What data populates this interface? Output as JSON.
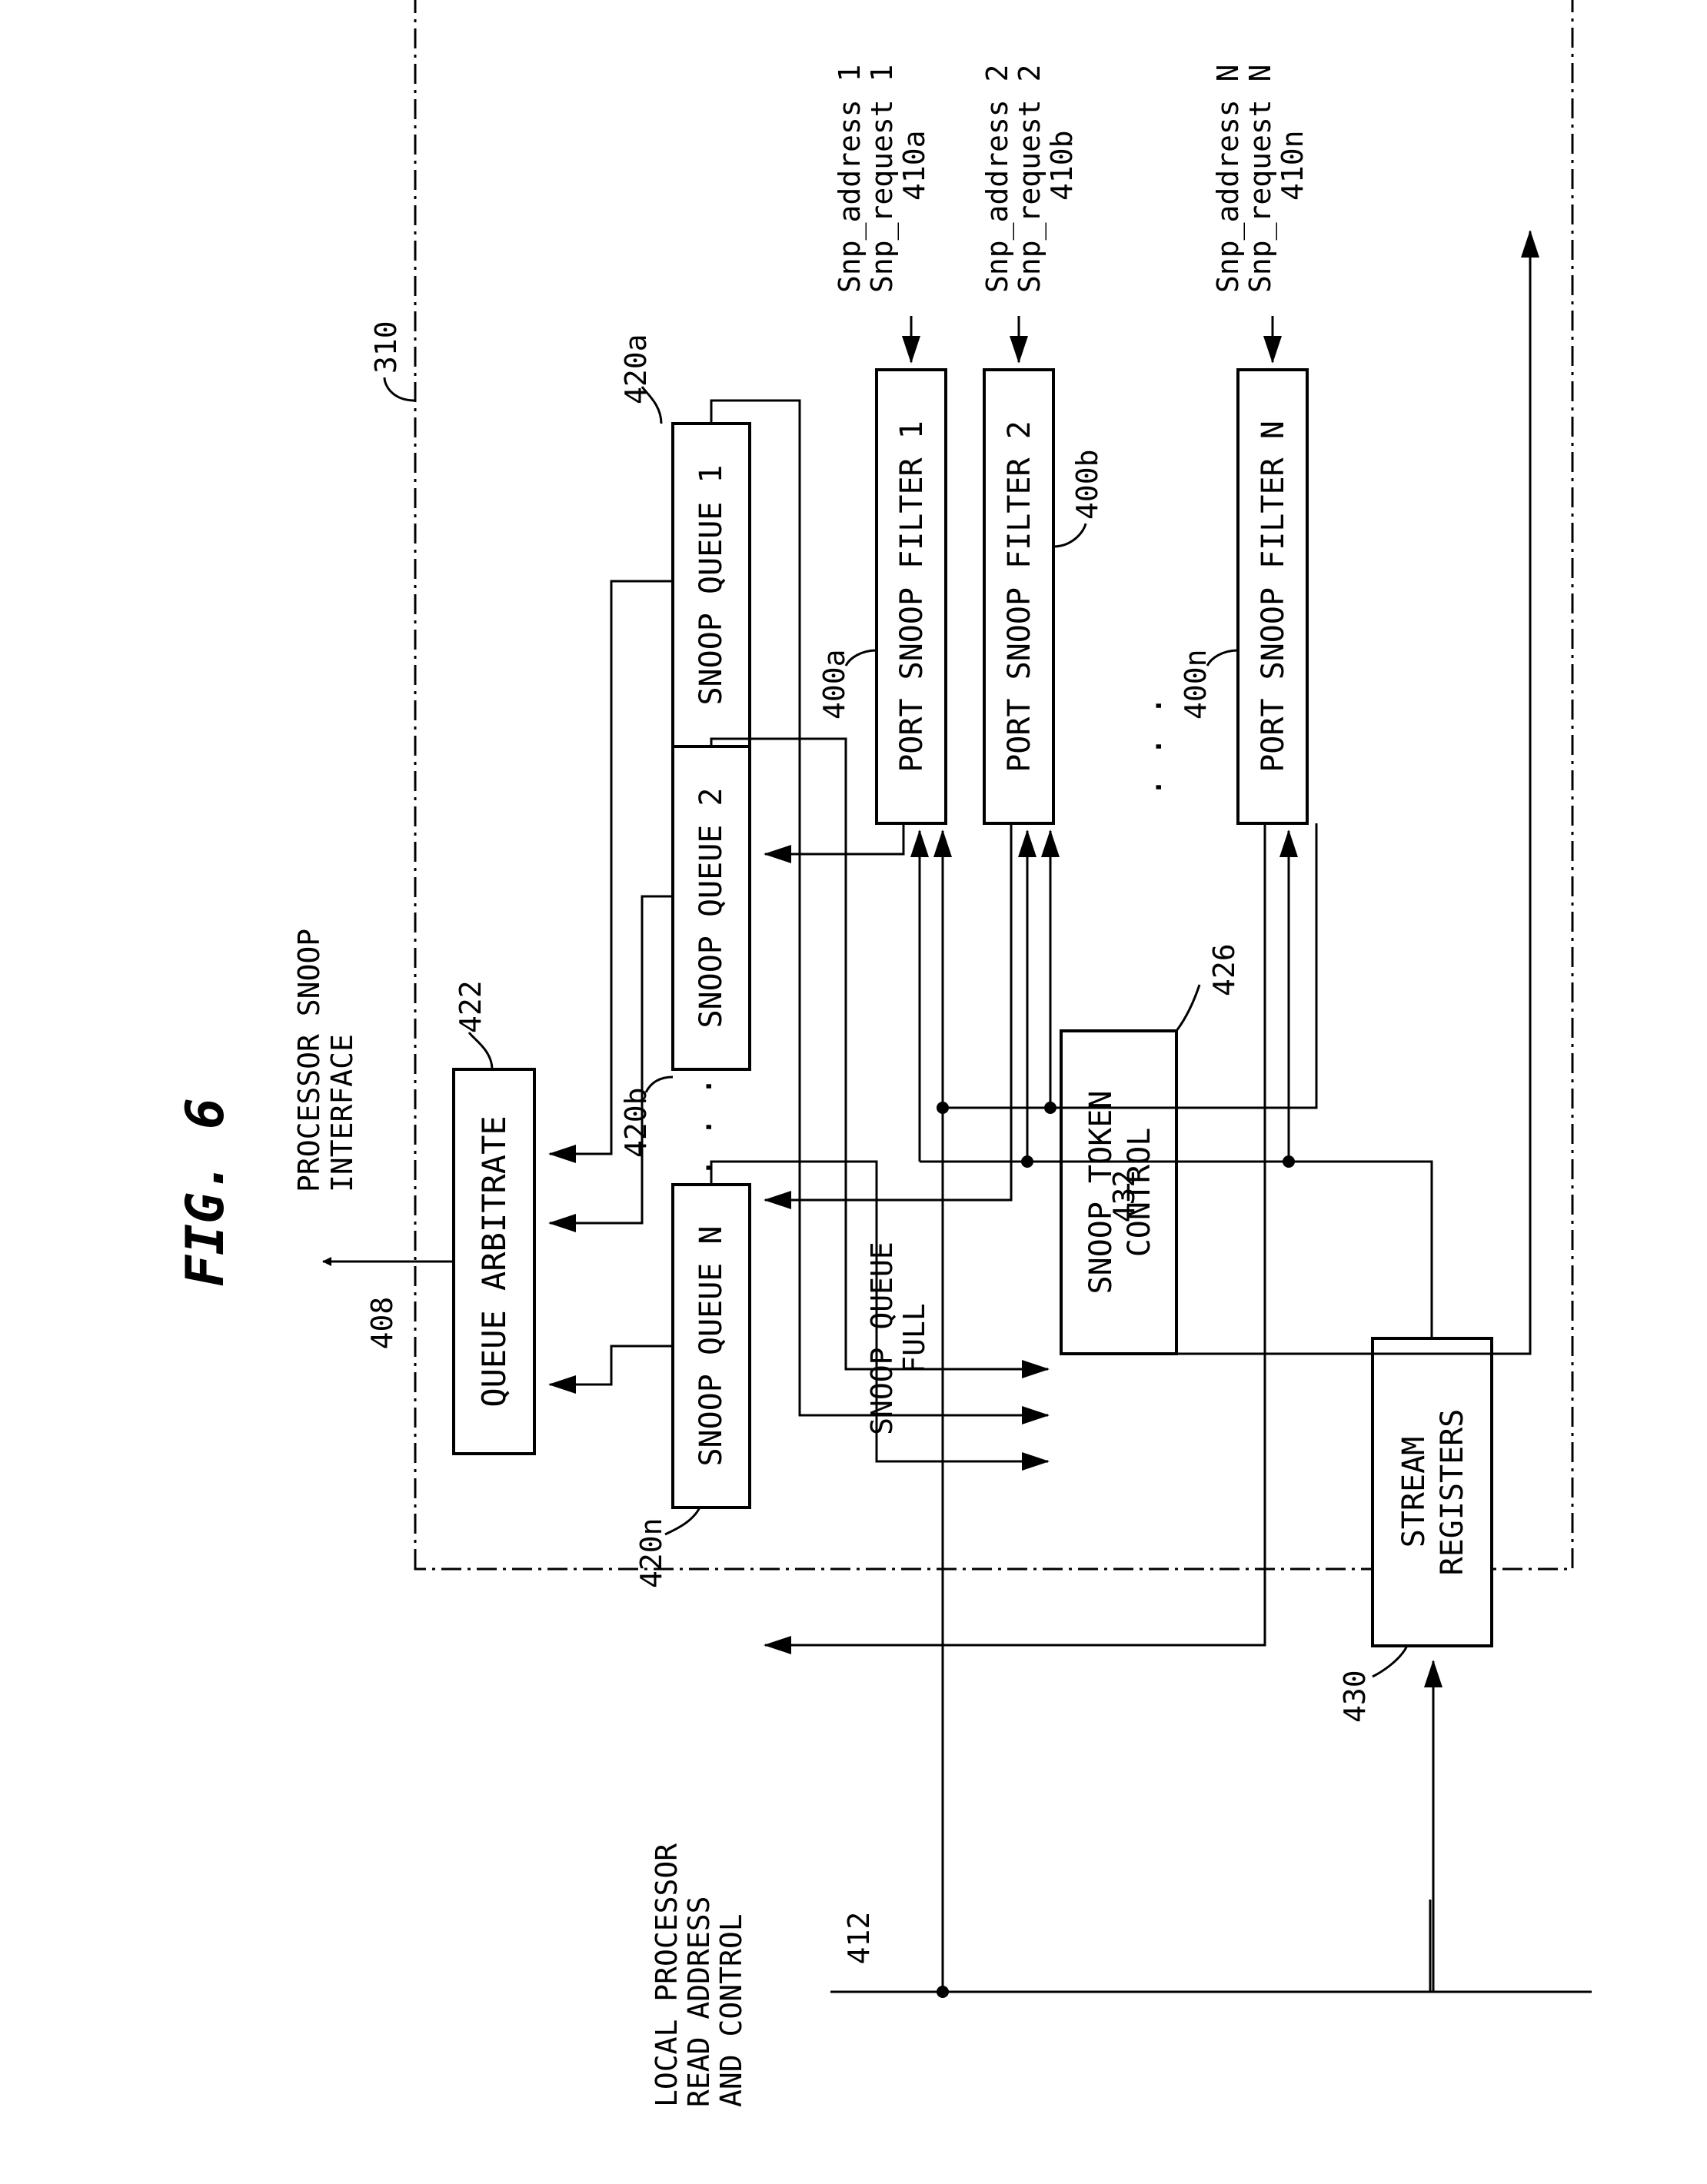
{
  "figure_title": "FIG. 6",
  "blocks": {
    "queue_arbitrate": "QUEUE ARBITRATE",
    "snoop_queue_1": "SNOOP QUEUE 1",
    "snoop_queue_2": "SNOOP QUEUE 2",
    "snoop_queue_n": "SNOOP QUEUE N",
    "port_snoop_filter_1": "PORT SNOOP FILTER 1",
    "port_snoop_filter_2": "PORT SNOOP FILTER 2",
    "port_snoop_filter_n": "PORT SNOOP FILTER N",
    "snoop_token_control": [
      "SNOOP TOKEN",
      "CONTROL"
    ],
    "stream_registers": [
      "STREAM",
      "REGISTERS"
    ]
  },
  "reference_labels": {
    "r310": "310",
    "r422": "422",
    "r420a": "420a",
    "r420b": "420b",
    "r420n": "420n",
    "r400a": "400a",
    "r400b": "400b",
    "r400n": "400n",
    "r426": "426",
    "r430": "430",
    "r432": "432",
    "r408": "408",
    "r412": "412"
  },
  "signals": {
    "input_1": [
      "Snp_address 1",
      "Snp_request 1",
      "410a"
    ],
    "input_2": [
      "Snp_address 2",
      "Snp_request 2",
      "410b"
    ],
    "input_n": [
      "Snp_address N",
      "Snp_request N",
      "410n"
    ],
    "processor_snoop_interface": [
      "PROCESSOR SNOOP",
      "INTERFACE"
    ],
    "local_processor": [
      "LOCAL PROCESSOR",
      "READ ADDRESS",
      "AND CONTROL"
    ],
    "snoop_queue_full": [
      "SNOOP QUEUE",
      "FULL"
    ]
  },
  "ellipsis": {
    "queues": ". . .",
    "filters": ". . ."
  }
}
